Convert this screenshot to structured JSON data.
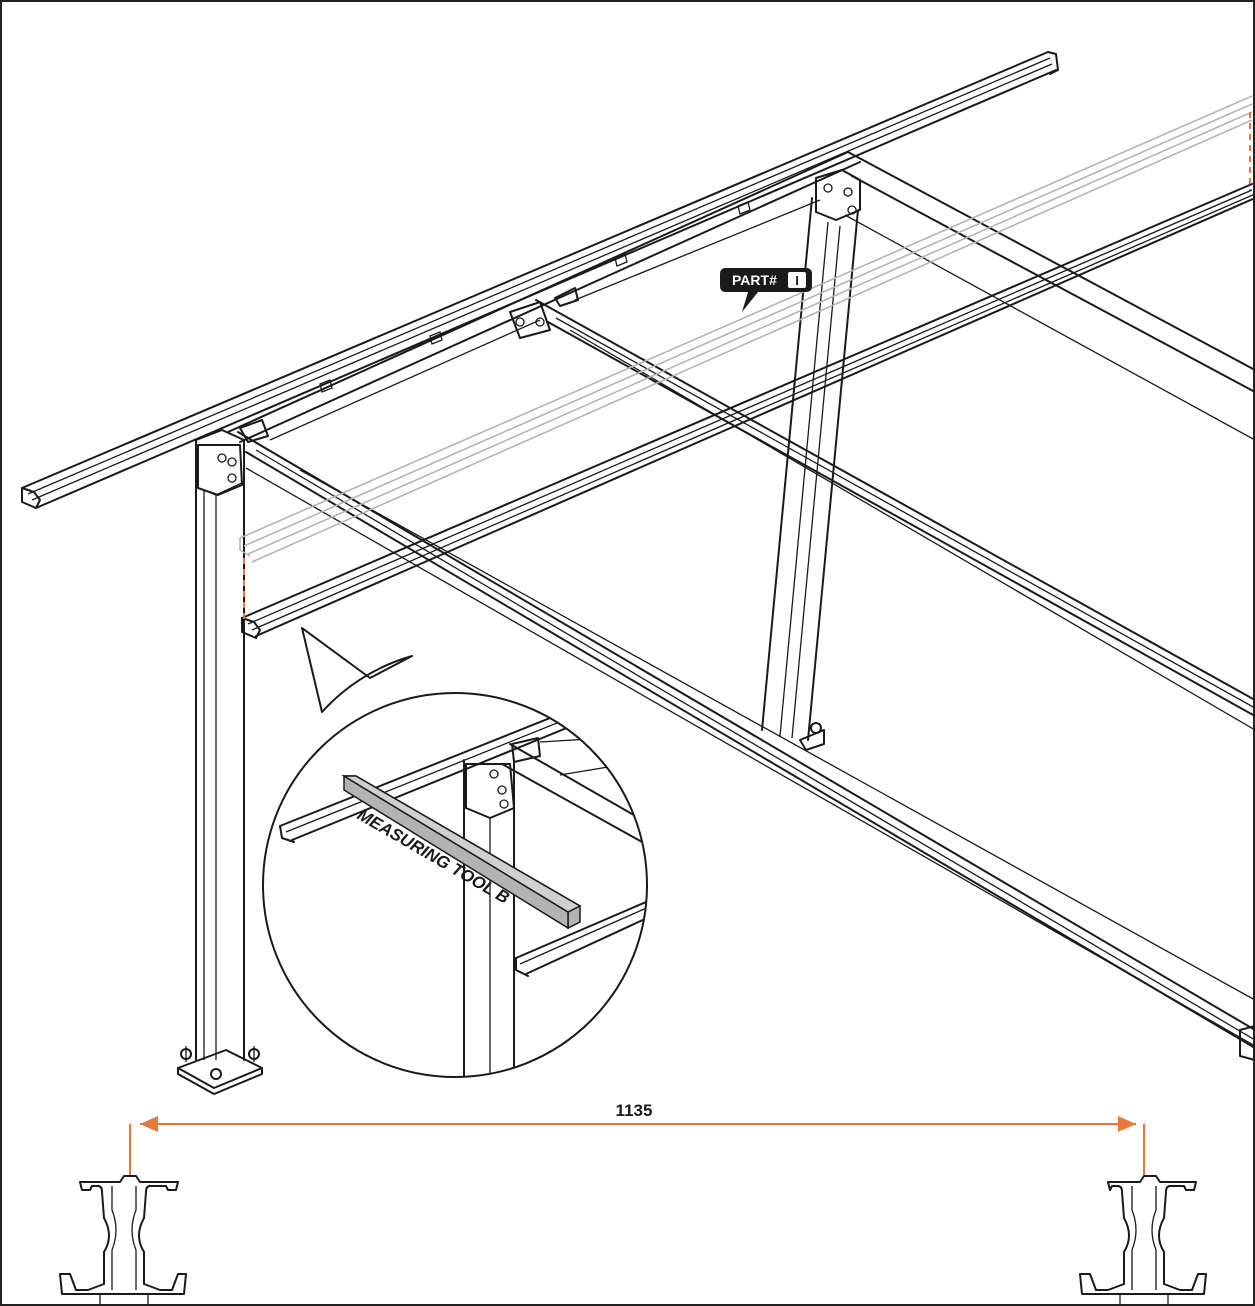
{
  "part_tag": {
    "prefix": "PART#",
    "id": "I"
  },
  "detail": {
    "tool_label": "MEASURING TOOL B"
  },
  "dimension": {
    "value": "1135"
  },
  "colors": {
    "accent": "#e8773a",
    "line": "#1a1a1a",
    "ghost": "#b5b5b5",
    "tool_fill": "#b3b3b3",
    "tag_fill": "#1a1a1a"
  }
}
